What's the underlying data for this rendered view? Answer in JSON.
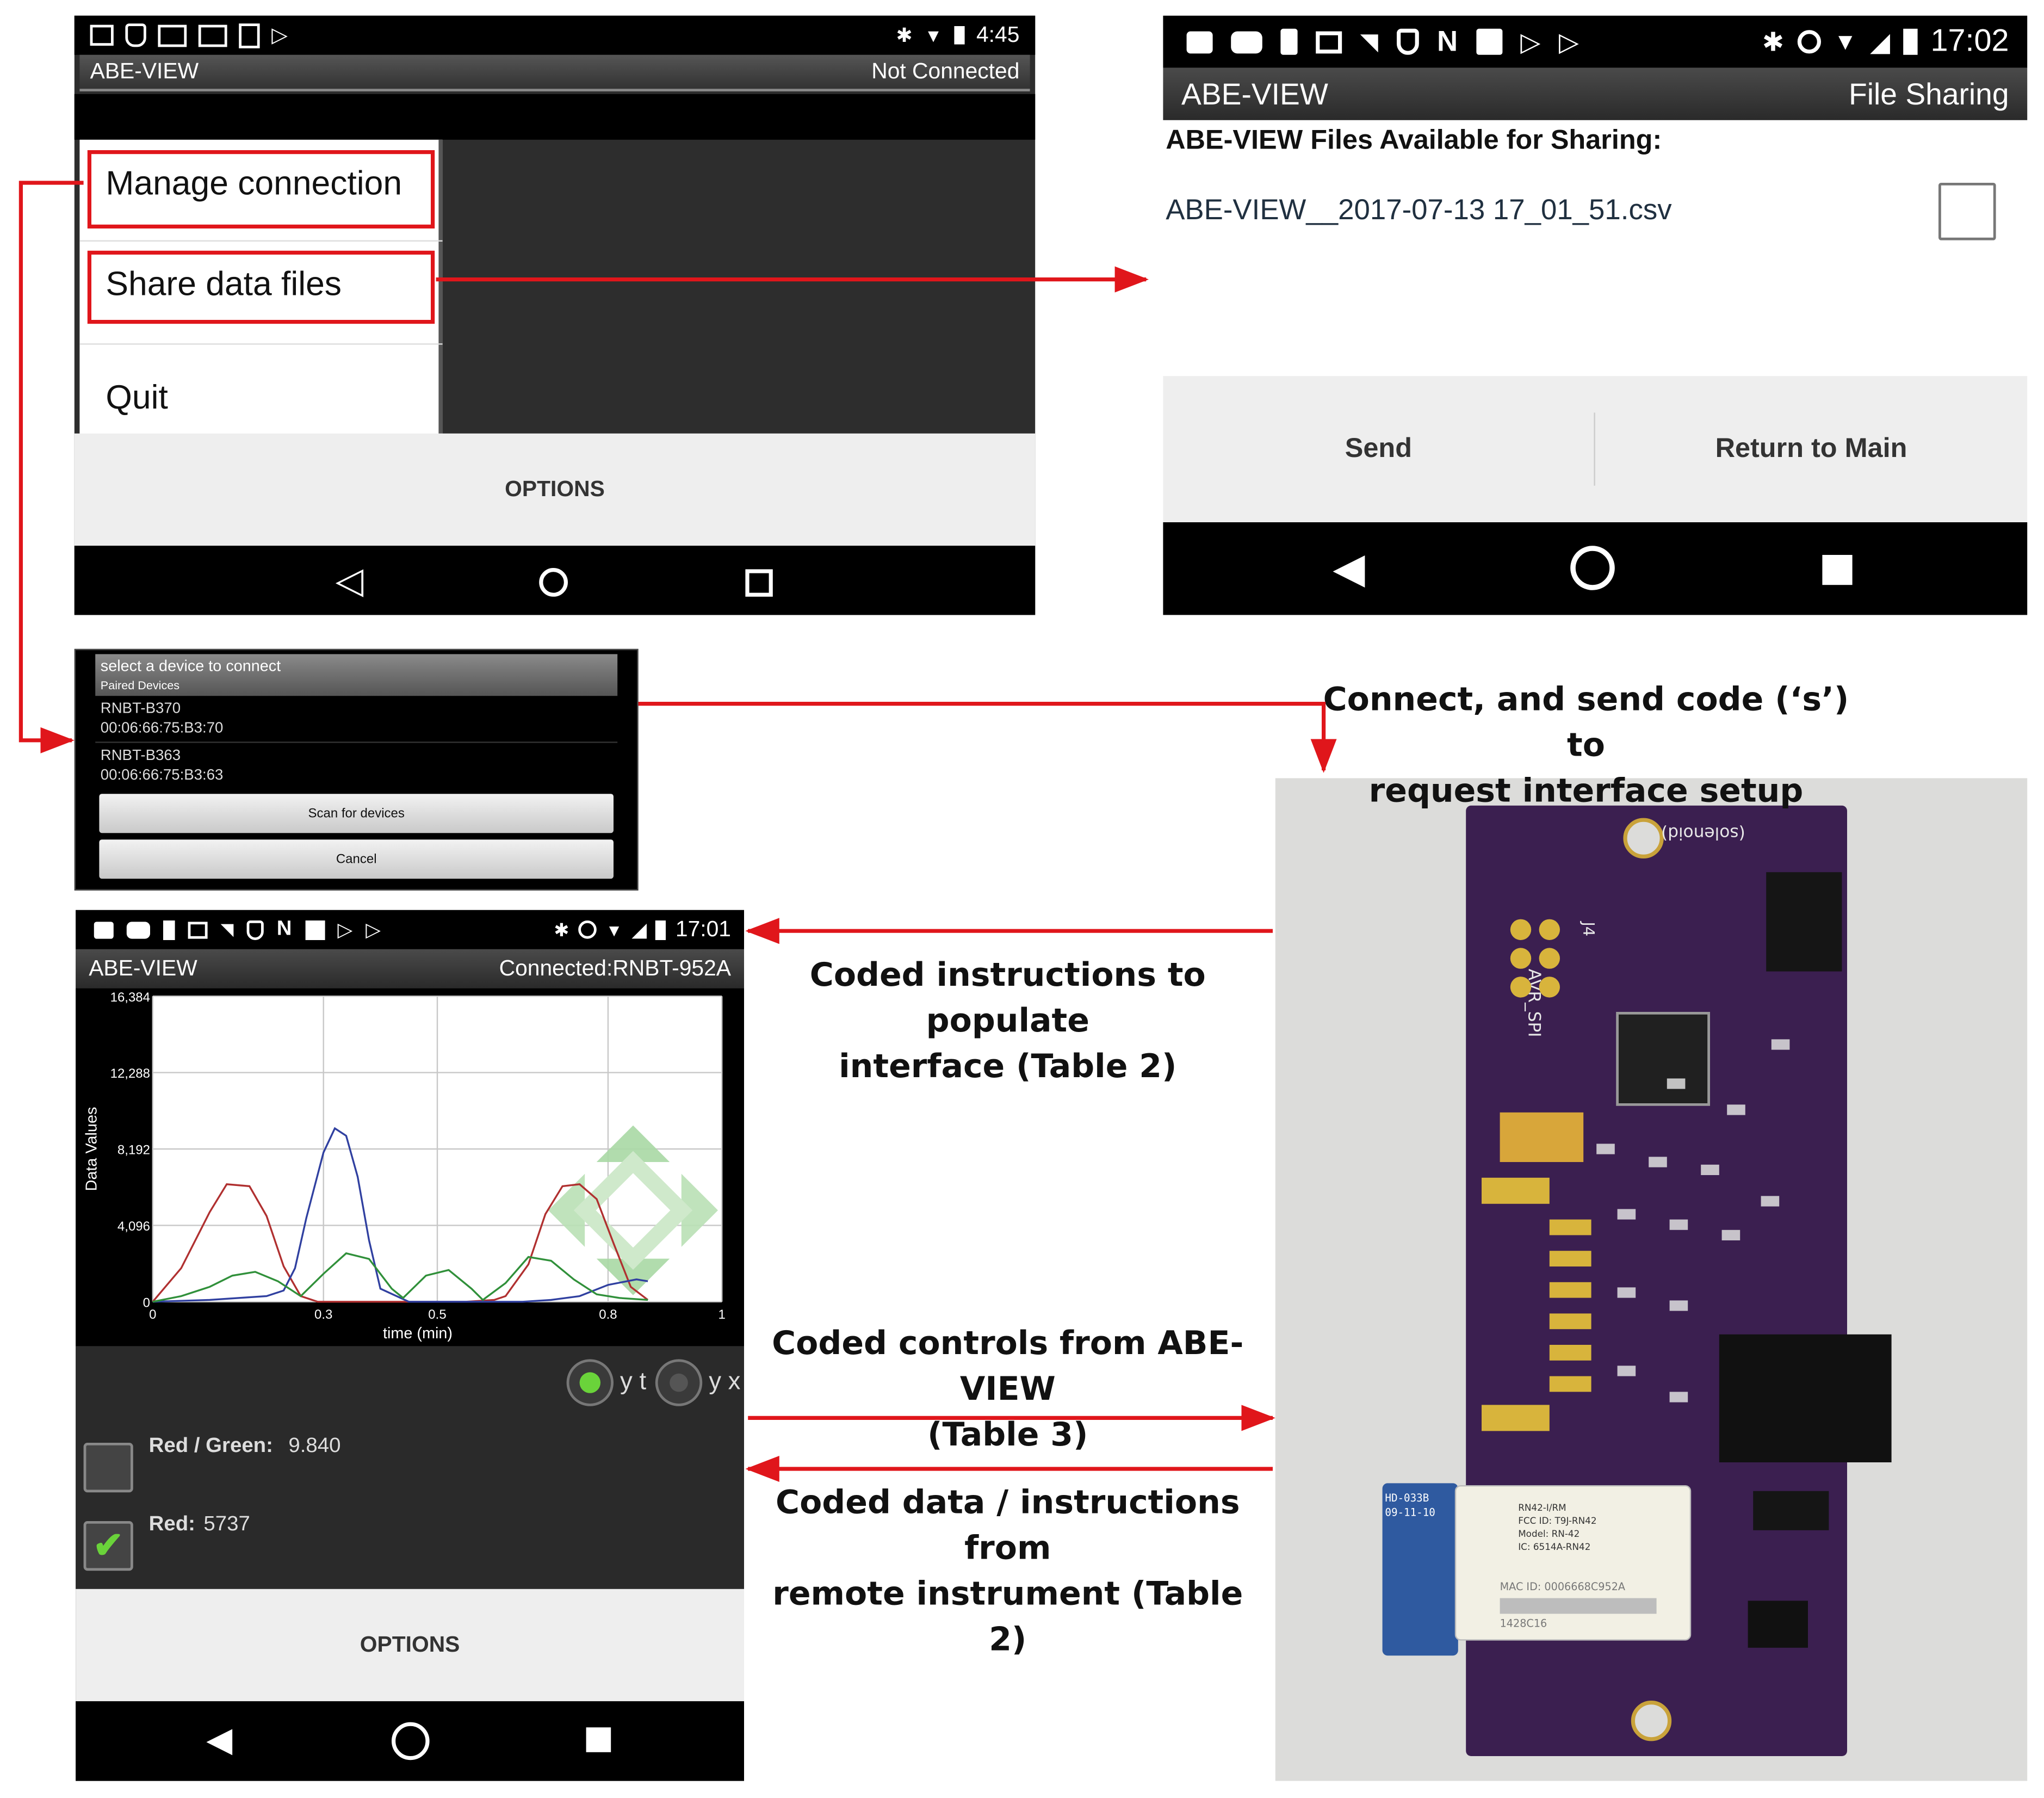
{
  "colors": {
    "accent_red": "#e0161b",
    "status_bar": "#000000",
    "action_bar": "#3a3a3a",
    "pcb_purple": "#3b1f50"
  },
  "screen1": {
    "status_time": "4:45",
    "app_title": "ABE-VIEW",
    "connection_status": "Not Connected",
    "menu_items": [
      "Manage connection",
      "Share data files",
      "Quit"
    ],
    "options_label": "OPTIONS"
  },
  "screen2": {
    "status_time": "17:02",
    "app_title": "ABE-VIEW",
    "mode": "File Sharing",
    "heading": "ABE-VIEW Files Available for Sharing:",
    "file_name": "ABE-VIEW__2017-07-13 17_01_51.csv",
    "send_label": "Send",
    "return_label": "Return to Main"
  },
  "device_dialog": {
    "title": "select a device to connect",
    "subtitle": "Paired Devices",
    "devices": [
      {
        "name": "RNBT-B370",
        "mac": "00:06:66:75:B3:70"
      },
      {
        "name": "RNBT-B363",
        "mac": "00:06:66:75:B3:63"
      }
    ],
    "scan_label": "Scan for devices",
    "cancel_label": "Cancel"
  },
  "screen3": {
    "status_time": "17:01",
    "app_title": "ABE-VIEW",
    "connection_status": "Connected:RNBT-952A",
    "radio_yt": "y t",
    "radio_yx": "y x",
    "readouts": [
      {
        "label": "Red / Green:",
        "value": "9.840",
        "checked": false
      },
      {
        "label": "Red:",
        "value": "5737",
        "checked": true
      }
    ],
    "options_label": "OPTIONS"
  },
  "chart_data": {
    "type": "line",
    "xlabel": "time (min)",
    "ylabel": "Data Values",
    "xlim": [
      0,
      1
    ],
    "ylim": [
      0,
      16384
    ],
    "x_ticks": [
      "0",
      "0.3",
      "0.5",
      "0.8",
      "1"
    ],
    "y_ticks": [
      "0",
      "4,096",
      "8,192",
      "12,288",
      "16,384"
    ],
    "grid": true,
    "series": [
      {
        "color": "#b03030",
        "x": [
          0.0,
          0.05,
          0.1,
          0.13,
          0.17,
          0.2,
          0.23,
          0.26,
          0.29,
          0.35,
          0.45,
          0.55,
          0.6,
          0.62,
          0.66,
          0.69,
          0.72,
          0.75,
          0.78,
          0.81,
          0.84,
          0.87
        ],
        "y": [
          0,
          1800,
          4800,
          6300,
          6200,
          4600,
          1900,
          300,
          0,
          0,
          0,
          0,
          100,
          300,
          2000,
          4700,
          6200,
          6300,
          5500,
          3100,
          800,
          100
        ]
      },
      {
        "color": "#3040a0",
        "x": [
          0.0,
          0.1,
          0.2,
          0.23,
          0.25,
          0.27,
          0.3,
          0.32,
          0.34,
          0.36,
          0.38,
          0.4,
          0.45,
          0.5,
          0.55,
          0.6,
          0.65,
          0.7,
          0.75,
          0.8,
          0.85,
          0.87
        ],
        "y": [
          0,
          100,
          300,
          600,
          1800,
          4500,
          8000,
          9300,
          8900,
          6700,
          3300,
          700,
          0,
          0,
          0,
          0,
          0,
          100,
          300,
          900,
          1200,
          1100
        ]
      },
      {
        "color": "#30903a",
        "x": [
          0.0,
          0.05,
          0.1,
          0.14,
          0.18,
          0.22,
          0.26,
          0.3,
          0.34,
          0.38,
          0.42,
          0.44,
          0.48,
          0.52,
          0.56,
          0.58,
          0.62,
          0.66,
          0.7,
          0.74,
          0.78,
          0.82,
          0.87
        ],
        "y": [
          0,
          300,
          800,
          1400,
          1600,
          1100,
          300,
          1500,
          2600,
          2300,
          700,
          200,
          1400,
          1700,
          700,
          100,
          1000,
          2400,
          2200,
          1200,
          400,
          200,
          100
        ]
      }
    ]
  },
  "board_photo": {
    "silkscreen": [
      "(solenoid)",
      "AVR_SPI",
      "J4"
    ],
    "module_text": [
      "RN42-I/RM",
      "FCC ID: T9J-RN42",
      "Model: RN-42",
      "IC: 6514A-RN42",
      "MAC ID: 0006668C952A",
      "1428C16"
    ],
    "antenna_label": [
      "HD-033B",
      "09-11-10"
    ]
  },
  "captions": {
    "connect": [
      "Connect, and send code (‘s’) to",
      "request interface setup"
    ],
    "populate": [
      "Coded instructions to populate",
      "interface (Table 2)"
    ],
    "controls": [
      "Coded controls from ABE-VIEW",
      "(Table 3)"
    ],
    "data": [
      "Coded data / instructions from",
      "remote instrument (Table 2)"
    ]
  }
}
